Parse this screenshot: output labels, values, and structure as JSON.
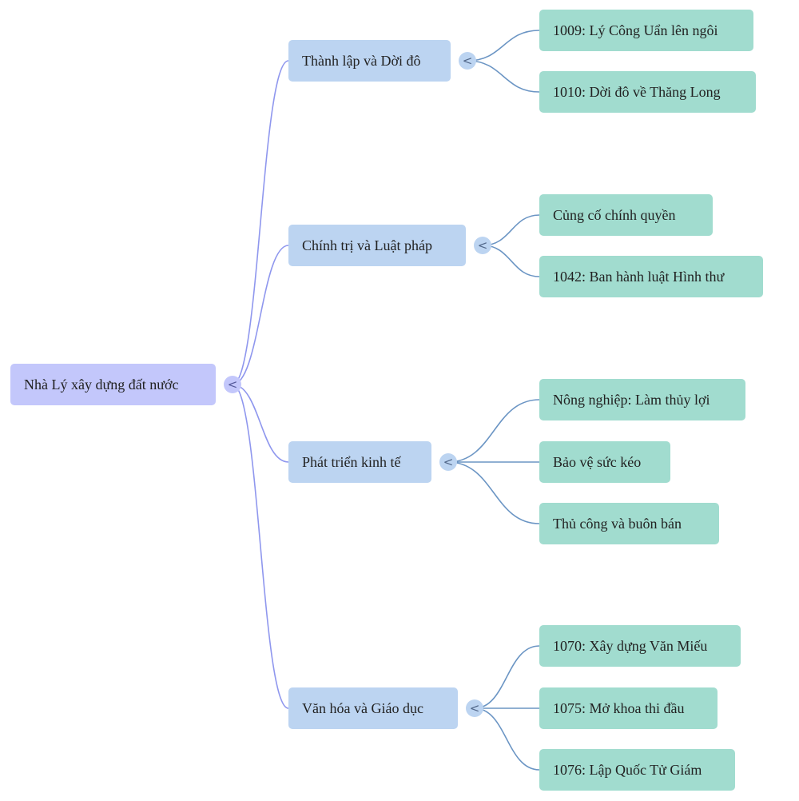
{
  "colors": {
    "root_fill": "#c3c7fb",
    "branch_fill": "#bcd4f1",
    "leaf_fill": "#a1dccf",
    "root_link": "#8f97ee",
    "branch_link": "#6b95c4"
  },
  "toggle_icon": "chevron-left-icon",
  "toggle_glyph": "<",
  "root": {
    "label": "Nhà Lý xây dựng đất nước"
  },
  "branches": [
    {
      "label": "Thành lập và Dời đô",
      "children": [
        "1009: Lý Công Uẩn lên ngôi",
        "1010: Dời đô về Thăng Long"
      ]
    },
    {
      "label": "Chính trị và Luật pháp",
      "children": [
        "Củng cố chính quyền",
        "1042: Ban hành luật Hình thư"
      ]
    },
    {
      "label": "Phát triển kinh tế",
      "children": [
        "Nông nghiệp: Làm thủy lợi",
        "Bảo vệ sức kéo",
        "Thủ công và buôn bán"
      ]
    },
    {
      "label": "Văn hóa và Giáo dục",
      "children": [
        "1070: Xây dựng Văn Miếu",
        "1075: Mở khoa thi đầu",
        "1076: Lập Quốc Tử Giám"
      ]
    }
  ]
}
